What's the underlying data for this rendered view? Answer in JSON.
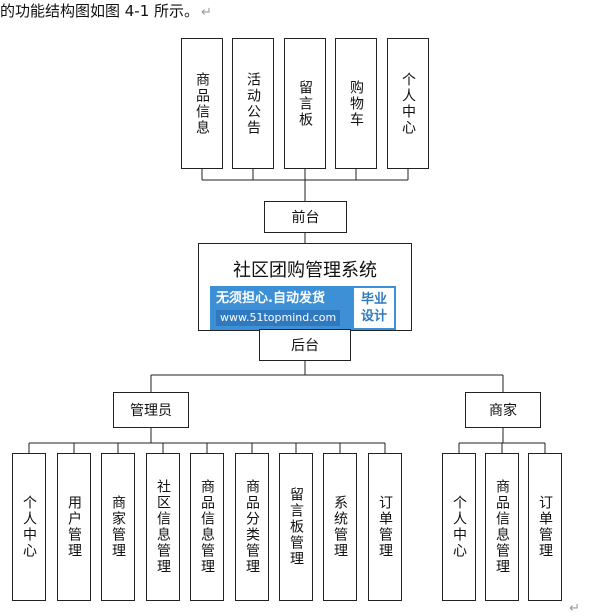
{
  "caption": {
    "text": "的功能结构图如图 4-1 所示。",
    "para_mark": "↵"
  },
  "system_title": "社区团购管理系统",
  "front": {
    "label": "前台",
    "modules": [
      "商品信息",
      "活动公告",
      "留言板",
      "购物车",
      "个人中心"
    ]
  },
  "back": {
    "label": "后台",
    "admin": {
      "label": "管理员",
      "modules": [
        "个人中心",
        "用户管理",
        "商家管理",
        "社区信息管理",
        "商品信息管理",
        "商品分类管理",
        "留言板管理",
        "系统管理",
        "订单管理"
      ]
    },
    "merchant": {
      "label": "商家",
      "modules": [
        "个人中心",
        "商品信息管理",
        "订单管理"
      ]
    }
  },
  "watermark": {
    "line1": "无须担心.自动发货",
    "line2": "www.51topmind.com",
    "right1": "毕业",
    "right2": "设计"
  },
  "bottom_para_mark": "↵"
}
